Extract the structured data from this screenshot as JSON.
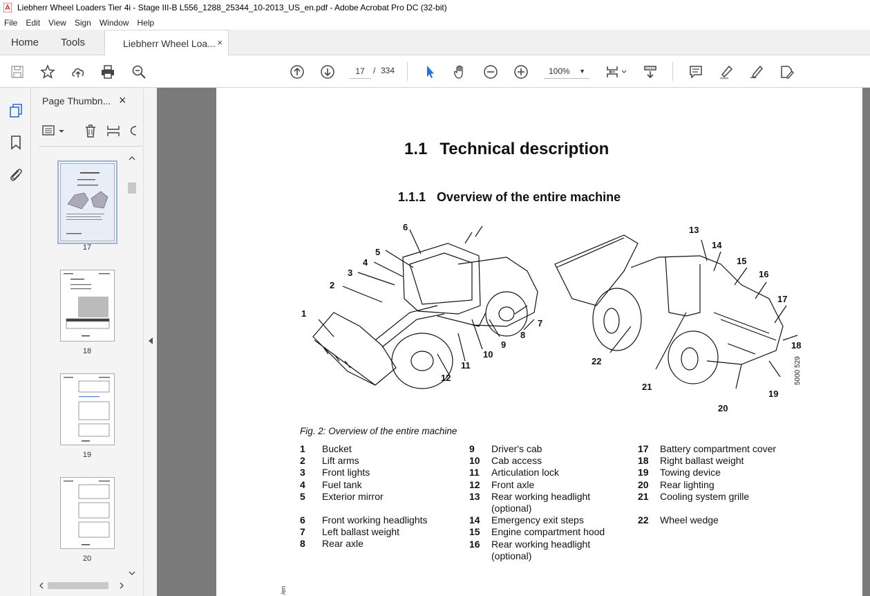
{
  "window": {
    "title": "Liebherr Wheel Loaders Tier 4i - Stage III-B L556_1288_25344_10-2013_US_en.pdf - Adobe Acrobat Pro DC (32-bit)"
  },
  "menu": [
    "File",
    "Edit",
    "View",
    "Sign",
    "Window",
    "Help"
  ],
  "tabs": {
    "home": "Home",
    "tools": "Tools",
    "document": "Liebherr Wheel Loa...",
    "close": "×"
  },
  "toolbar": {
    "current_page": "17",
    "page_separator": "/",
    "total_pages": "334",
    "zoom": "100%"
  },
  "thumbnail_panel": {
    "title": "Page Thumbn...",
    "close": "×",
    "pages": [
      "17",
      "18",
      "19",
      "20"
    ]
  },
  "document": {
    "heading1_num": "1.1",
    "heading1": "Technical description",
    "heading2_num": "1.1.1",
    "heading2": "Overview of the entire machine",
    "figure_caption": "Fig. 2: Overview of the entire machine",
    "figure_id": "5000 529",
    "side_mark": "/en",
    "callouts": [
      "1",
      "2",
      "3",
      "4",
      "5",
      "6",
      "7",
      "8",
      "9",
      "10",
      "11",
      "12",
      "13",
      "14",
      "15",
      "16",
      "17",
      "18",
      "19",
      "20",
      "21",
      "22"
    ],
    "legend_col1": [
      {
        "n": "1",
        "t": "Bucket"
      },
      {
        "n": "2",
        "t": "Lift arms"
      },
      {
        "n": "3",
        "t": "Front lights"
      },
      {
        "n": "4",
        "t": "Fuel tank"
      },
      {
        "n": "5",
        "t": "Exterior mirror"
      },
      {
        "n": "6",
        "t": "Front working headlights"
      },
      {
        "n": "7",
        "t": "Left ballast weight"
      },
      {
        "n": "8",
        "t": "Rear axle"
      }
    ],
    "legend_col2": [
      {
        "n": "9",
        "t": "Driver's cab"
      },
      {
        "n": "10",
        "t": "Cab access"
      },
      {
        "n": "11",
        "t": "Articulation lock"
      },
      {
        "n": "12",
        "t": "Front axle"
      },
      {
        "n": "13",
        "t": "Rear working headlight (optional)"
      },
      {
        "n": "14",
        "t": "Emergency exit steps"
      },
      {
        "n": "15",
        "t": "Engine compartment hood"
      },
      {
        "n": "16",
        "t": "Rear working headlight (optional)"
      }
    ],
    "legend_col3": [
      {
        "n": "17",
        "t": "Battery compartment cover"
      },
      {
        "n": "18",
        "t": "Right ballast weight"
      },
      {
        "n": "19",
        "t": "Towing device"
      },
      {
        "n": "20",
        "t": "Rear lighting"
      },
      {
        "n": "21",
        "t": "Cooling system grille"
      },
      {
        "n": "22",
        "t": "Wheel wedge"
      }
    ]
  }
}
